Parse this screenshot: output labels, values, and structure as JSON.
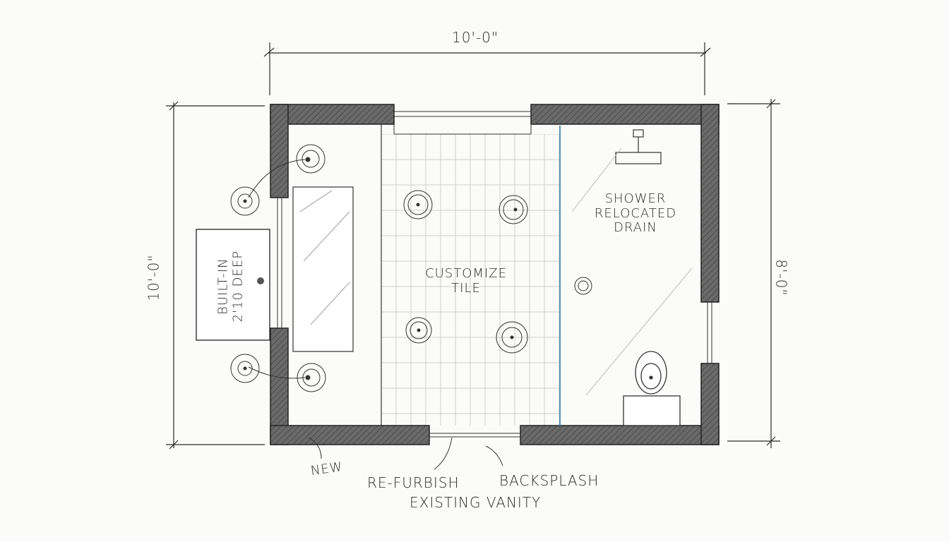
{
  "dimensions": {
    "top": "10'-0\"",
    "left": "10'-0\"",
    "right": "8'-0\""
  },
  "labels": {
    "built_in_line1": "BUILT-IN",
    "built_in_line2": "2'10 DEEP",
    "shower_line1": "SHOWER",
    "shower_line2": "RELOCATED",
    "shower_line3": "DRAIN",
    "tile_line1": "CUSTOMIZE",
    "tile_line2": "TILE",
    "new": "NEW",
    "refurbish_line1": "RE-FURBISH",
    "refurbish_line2": "EXISTING VANITY",
    "backsplash": "BACKSPLASH"
  },
  "colors": {
    "wall": "#5a5a5a",
    "line": "#2a2a2a",
    "glass": "#5b8fb0",
    "paper": "#fbfbfa"
  }
}
